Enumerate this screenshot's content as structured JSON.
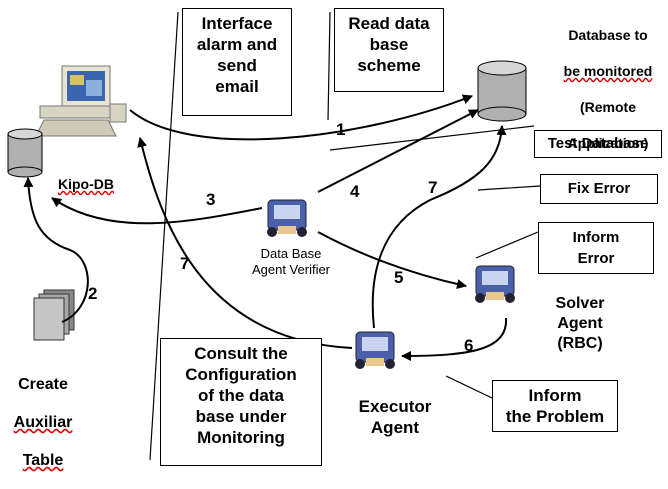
{
  "boxes": {
    "interface": "Interface\nalarm and\nsend\nemail",
    "read_scheme": "Read data\nbase\nscheme",
    "test_db": "Test Database",
    "fix_error": "Fix Error",
    "inform_error": "Inform\nError",
    "inform_problem": "Inform\nthe Problem",
    "consult": "Consult the\nConfiguration\nof the data\nbase under\nMonitoring"
  },
  "labels": {
    "db_monitored_line1": "Database to",
    "db_monitored_line2": "be monitored",
    "db_monitored_line3": "(Remote",
    "db_monitored_line4": "Application)",
    "kipo_db": "Kipo-DB",
    "verifier": "Data Base\nAgent Verifier",
    "solver": "Solver\nAgent\n(RBC)",
    "executor": "Executor\nAgent",
    "create_line1": "Create",
    "create_line2": "Auxiliar",
    "create_line3": "Table"
  },
  "numbers": {
    "n1": "1",
    "n2": "2",
    "n3": "3",
    "n4": "4",
    "n5": "5",
    "n6": "6",
    "n7a": "7",
    "n7b": "7"
  }
}
